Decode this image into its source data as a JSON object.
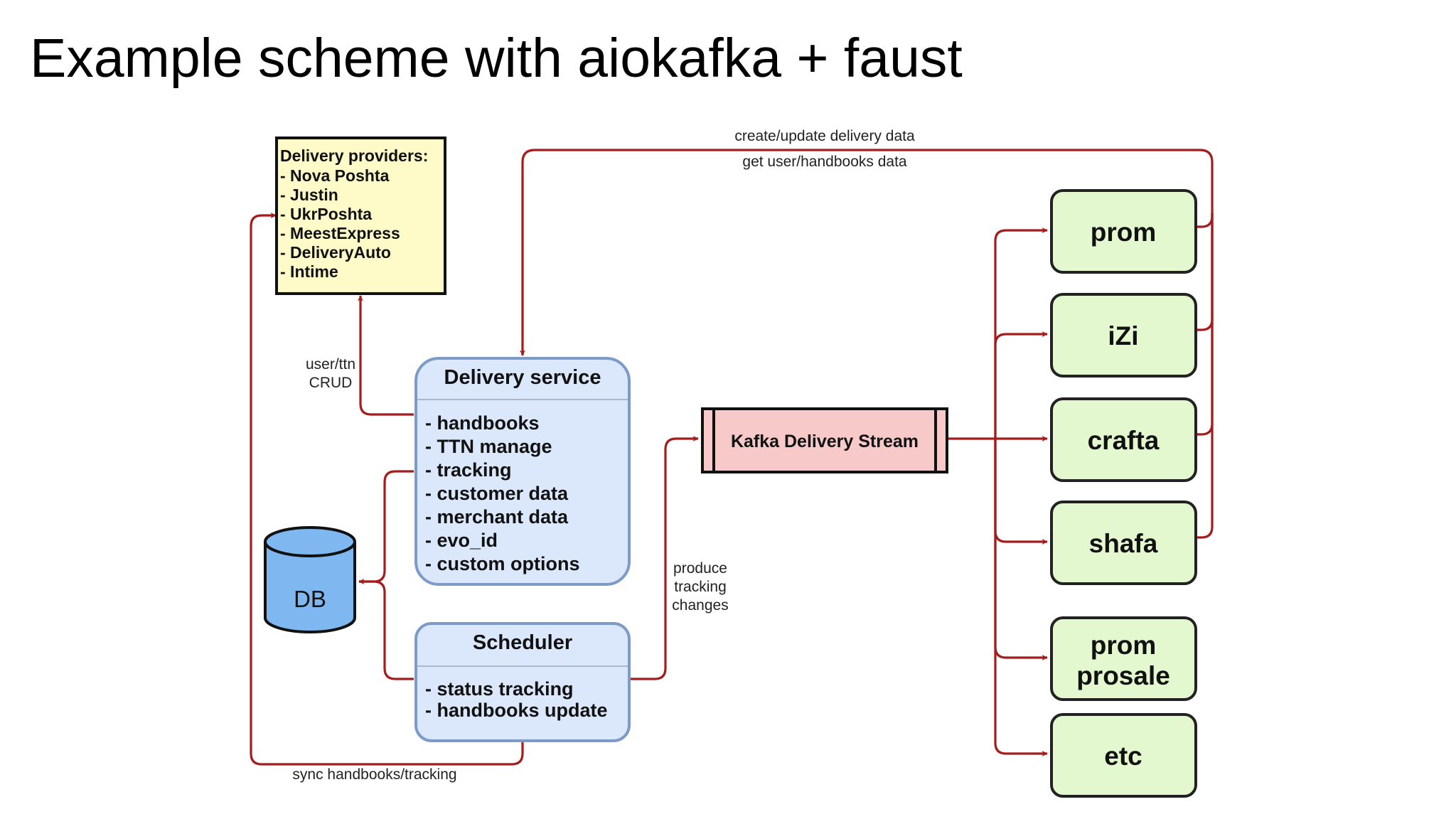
{
  "slide": {
    "title": "Example scheme with aiokafka + faust"
  },
  "colors": {
    "edge": "#a51c1c",
    "providers_fill": "#fffbc8",
    "service_fill": "#dbe7fa",
    "service_stroke": "#7d9bc9",
    "db_fill": "#7fb8f0",
    "kafka_fill": "#f7c9c9",
    "consumer_fill": "#e4f8cf"
  },
  "diagram": {
    "providers": {
      "title": "Delivery providers:",
      "items": [
        "- Nova Poshta",
        "- Justin",
        "- UkrPoshta",
        "- MeestExpress",
        "- DeliveryAuto",
        "- Intime"
      ]
    },
    "delivery_service": {
      "title": "Delivery service",
      "items": [
        "- handbooks",
        "- TTN manage",
        "- tracking",
        "- customer data",
        "- merchant data",
        "- evo_id",
        "- custom options"
      ]
    },
    "scheduler": {
      "title": "Scheduler",
      "items": [
        "- status tracking",
        "- handbooks update"
      ]
    },
    "db": {
      "label": "DB"
    },
    "kafka": {
      "label": "Kafka Delivery Stream"
    },
    "consumers": [
      {
        "lines": [
          "prom"
        ]
      },
      {
        "lines": [
          "iZi"
        ]
      },
      {
        "lines": [
          "crafta"
        ]
      },
      {
        "lines": [
          "shafa"
        ]
      },
      {
        "lines": [
          "prom",
          "prosale"
        ]
      },
      {
        "lines": [
          "etc"
        ]
      }
    ],
    "edge_labels": {
      "top_line1": "create/update delivery data",
      "top_line2": "get user/handbooks data",
      "crud_line1": "user/ttn",
      "crud_line2": "CRUD",
      "produce_line1": "produce",
      "produce_line2": "tracking",
      "produce_line3": "changes",
      "sync": "sync handbooks/tracking"
    }
  }
}
